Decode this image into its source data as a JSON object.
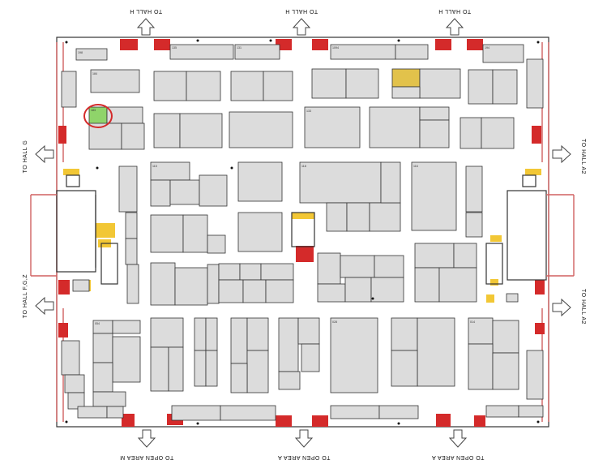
{
  "labels": {
    "top": [
      "TO HALL H",
      "TO HALL H",
      "TO HALL H"
    ],
    "left_upper": "TO HALL G",
    "left_lower": "TO HALL F,G,Z",
    "right_upper": "TO HALL A2",
    "right_lower": "TO HALL A2",
    "bottom": [
      "TO OPEN AREA M",
      "TO OPEN AREA A",
      "TO OPEN AREA A"
    ]
  },
  "colors": {
    "booth": "#dcdcdc",
    "highlight_booth": "#8fd46a",
    "highlight_circle": "#d42a2a",
    "emergency": "#d42a2a",
    "service": "#f2c735"
  }
}
